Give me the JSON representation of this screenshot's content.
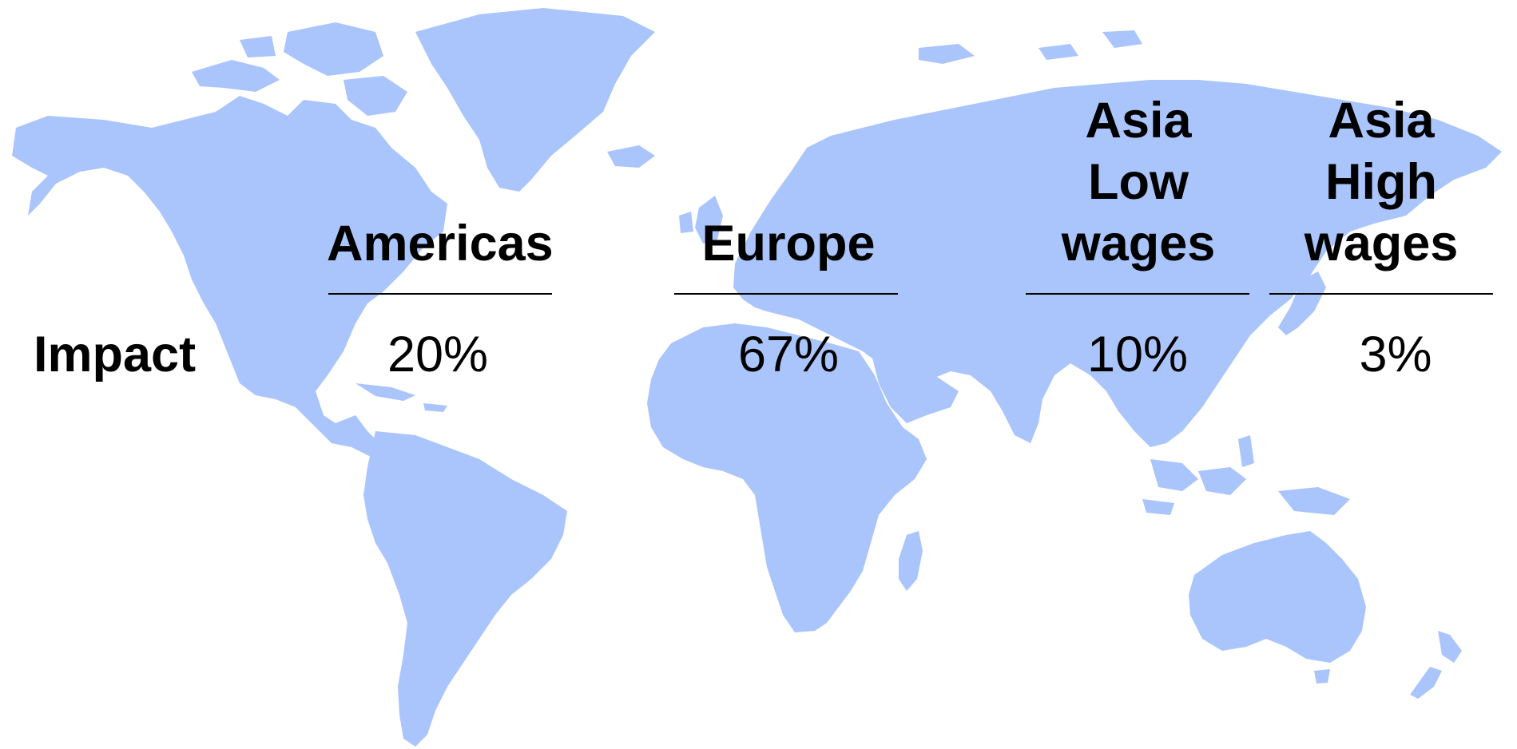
{
  "map": {
    "land_color": "#aac4fc",
    "background_color": "#ffffff"
  },
  "table": {
    "row_label": "Impact",
    "columns": [
      {
        "region": [
          "Americas"
        ],
        "value": "20%"
      },
      {
        "region": [
          "Europe"
        ],
        "value": "67%"
      },
      {
        "region": [
          "Asia",
          "Low",
          "wages"
        ],
        "value": "10%"
      },
      {
        "region": [
          "Asia",
          "High",
          "wages"
        ],
        "value": "3%"
      }
    ]
  }
}
